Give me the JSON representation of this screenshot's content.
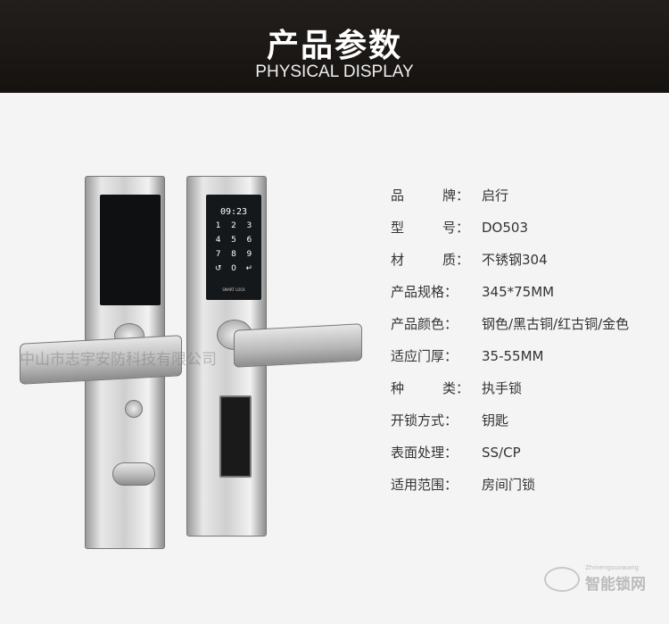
{
  "header": {
    "title": "产品参数",
    "subtitle": "PHYSICAL DISPLAY"
  },
  "lock_display": {
    "clock": "09:23",
    "keys": [
      "1",
      "2",
      "3",
      "4",
      "5",
      "6",
      "7",
      "8",
      "9",
      "↺",
      "0",
      "↵"
    ],
    "brand_text": "SMART LOCK"
  },
  "specs": [
    {
      "label_chars": [
        "品",
        "牌："
      ],
      "value": "启行"
    },
    {
      "label_chars": [
        "型",
        "号："
      ],
      "value": "DO503"
    },
    {
      "label_chars": [
        "材",
        "质："
      ],
      "value": "不锈钢304"
    },
    {
      "label_chars": [
        "产品规格：",
        ""
      ],
      "value": "345*75MM"
    },
    {
      "label_chars": [
        "产品颜色：",
        ""
      ],
      "value": "钢色/黑古铜/红古铜/金色"
    },
    {
      "label_chars": [
        "适应门厚：",
        ""
      ],
      "value": "35-55MM"
    },
    {
      "label_chars": [
        "种",
        "类："
      ],
      "value": "执手锁"
    },
    {
      "label_chars": [
        "开锁方式：",
        ""
      ],
      "value": "钥匙"
    },
    {
      "label_chars": [
        "表面处理：",
        ""
      ],
      "value": "SS/CP"
    },
    {
      "label_chars": [
        "适用范围：",
        ""
      ],
      "value": "房间门锁"
    }
  ],
  "watermark": "中山市志宇安防科技有限公司",
  "logo": {
    "text": "智能锁网",
    "small": "Zhinengsuowang"
  }
}
